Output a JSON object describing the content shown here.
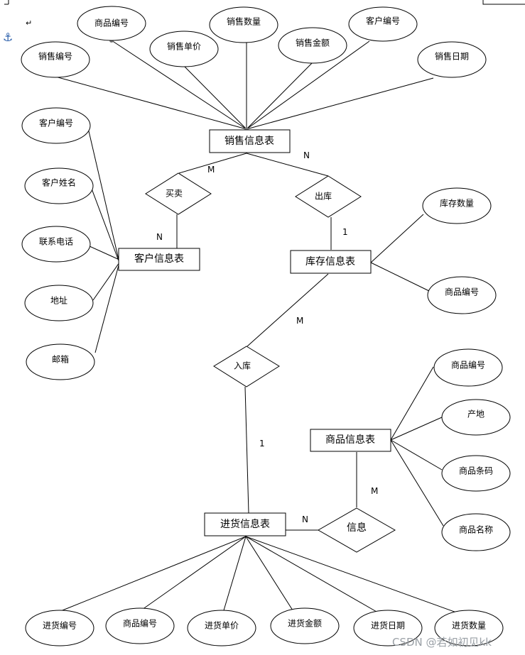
{
  "diagram": {
    "entities": {
      "sales": "销售信息表",
      "customer": "客户信息表",
      "inventory": "库存信息表",
      "product": "商品信息表",
      "purchase": "进货信息表"
    },
    "relationships": {
      "buy": "买卖",
      "out": "出库",
      "in": "入库",
      "info": "信息"
    },
    "attributes": {
      "sales": [
        "商品编号",
        "销售数量",
        "客户编号",
        "销售编号",
        "销售单价",
        "销售金额",
        "销售日期"
      ],
      "customer": [
        "客户编号",
        "客户姓名",
        "联系电话",
        "地址",
        "邮箱"
      ],
      "inventory": [
        "库存数量",
        "商品编号"
      ],
      "product": [
        "商品编号",
        "产地",
        "商品条码",
        "商品名称"
      ],
      "purchase": [
        "进货编号",
        "商品编号",
        "进货单价",
        "进货金额",
        "进货日期",
        "进货数量"
      ]
    },
    "cardinalities": {
      "sales_buy": "M",
      "sales_out": "N",
      "buy_customer": "N",
      "out_inventory": "1",
      "inventory_in": "M",
      "in_purchase": "1",
      "product_info": "M",
      "purchase_info": "N"
    }
  },
  "page_marks": {
    "return_mark": "↵",
    "anchor": "⚓"
  },
  "watermark": "CSDN @若如初见kk"
}
